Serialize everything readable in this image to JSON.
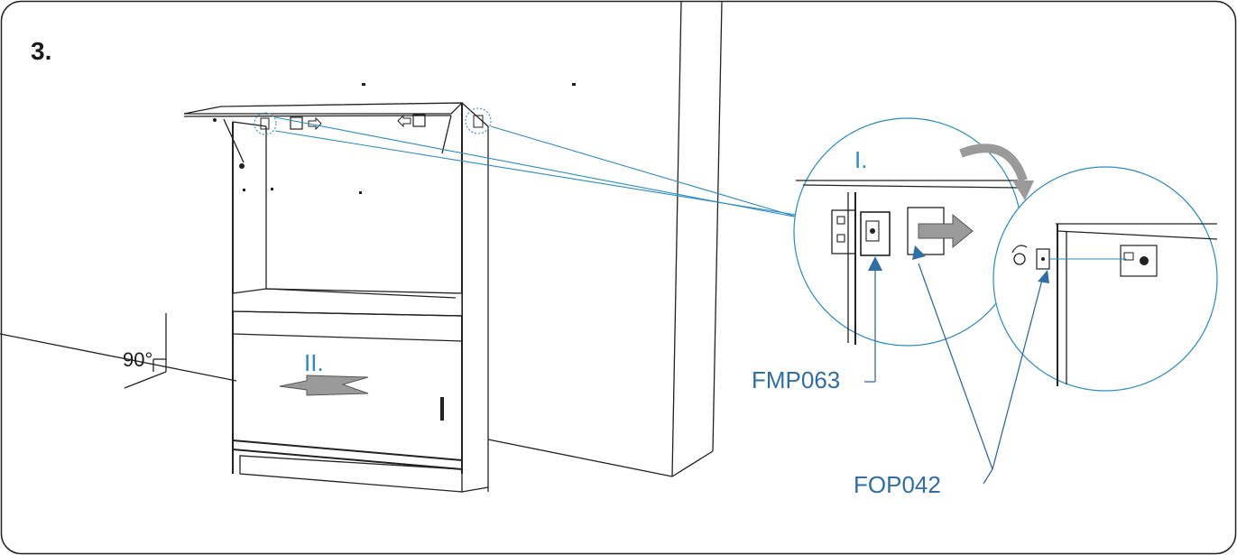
{
  "step_number": "3.",
  "angle_label": "90°",
  "step_markers": {
    "first": "I.",
    "second": "II."
  },
  "parts": {
    "connector": "FMP063",
    "bracket": "FOP042"
  },
  "colors": {
    "callout_blue": "#2a8cc4",
    "label_blue": "#2f6ea6",
    "line": "#222222",
    "arrow_gray": "#9a9a9a"
  }
}
